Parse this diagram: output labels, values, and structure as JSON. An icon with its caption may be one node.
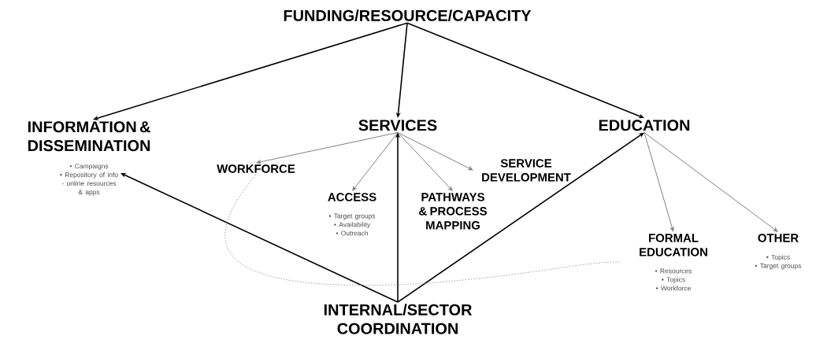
{
  "diagram": {
    "nodes": [
      {
        "text": [
          "FUNDING/RESOURCE/CAPACITY"
        ]
      },
      {
        "text": [
          "INFORMATION & DISSEMINATION",
          "• Campaigns",
          "• Repository of info - online resources & apps"
        ]
      },
      {
        "text": [
          "SERVICES"
        ]
      },
      {
        "text": [
          "EDUCATION"
        ]
      },
      {
        "text": [
          "WORKFORCE"
        ]
      },
      {
        "text": [
          "ACCESS",
          "• Target groups",
          "• Availability",
          "• Outreach"
        ]
      },
      {
        "text": [
          "PATHWAYS & PROCESS MAPPING"
        ]
      },
      {
        "text": [
          "SERVICE DEVELOPMENT"
        ]
      },
      {
        "text": [
          "FORMAL EDUCATION",
          "• Resources",
          "• Topics",
          "• Workforce"
        ]
      },
      {
        "text": [
          "OTHER",
          "• Topics",
          "• Target groups"
        ]
      },
      {
        "text": [
          "INTERNAL/SECTOR COORDINATION"
        ]
      }
    ],
    "edges": [
      {
        "from": 0,
        "to": 1,
        "arrow": "to"
      },
      {
        "from": 0,
        "to": 2,
        "arrow": "to"
      },
      {
        "from": 0,
        "to": 3,
        "arrow": "to"
      },
      {
        "from": 2,
        "to": 4,
        "arrow": "to",
        "color": "#808080"
      },
      {
        "from": 2,
        "to": 5,
        "arrow": "to",
        "color": "#808080"
      },
      {
        "from": 2,
        "to": 6,
        "arrow": "to",
        "color": "#808080"
      },
      {
        "from": 2,
        "to": 7,
        "arrow": "to",
        "color": "#808080"
      },
      {
        "from": 3,
        "to": 8,
        "arrow": "to",
        "color": "#808080"
      },
      {
        "from": 3,
        "to": 9,
        "arrow": "to",
        "color": "#808080"
      },
      {
        "from": 10,
        "to": 1,
        "arrow": "to"
      },
      {
        "from": 10,
        "to": 2,
        "arrow": "to"
      },
      {
        "from": 10,
        "to": 3,
        "arrow": "to"
      },
      {
        "from": 4,
        "to": 8,
        "arrow": "none",
        "style": "dashed",
        "color": "#a0a0a0"
      }
    ]
  }
}
